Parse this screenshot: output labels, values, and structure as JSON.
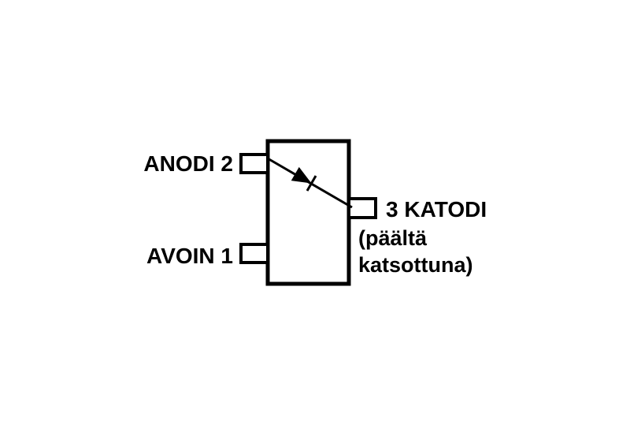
{
  "figure": {
    "pins": [
      {
        "label": "ANODI 2",
        "side": "left-top"
      },
      {
        "label": "AVOIN 1",
        "side": "left-bottom"
      },
      {
        "label": "3 KATODI",
        "side": "right"
      }
    ],
    "note_line1": "(päältä",
    "note_line2": "katsottuna)"
  },
  "colors": {
    "background": "#ffffff",
    "stroke": "#000000"
  }
}
